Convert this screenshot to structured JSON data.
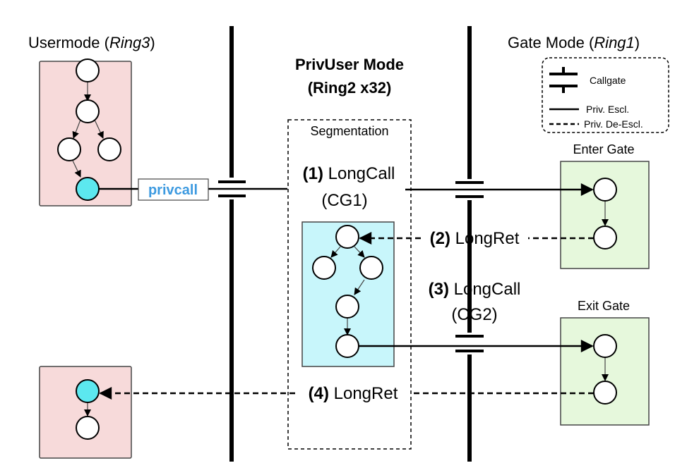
{
  "labels": {
    "usermode": "Usermode",
    "usermode_ring": "Ring3",
    "gatemode": "Gate Mode",
    "gatemode_ring": "Ring1",
    "privuser_title": "PrivUser Mode",
    "privuser_sub": "(Ring2 x32)",
    "segmentation": "Segmentation",
    "enter_gate": "Enter Gate",
    "exit_gate": "Exit Gate",
    "privcall": "privcall"
  },
  "legend": {
    "callgate": "Callgate",
    "escl": "Priv. Escl.",
    "deescl": "Priv. De-Escl."
  },
  "steps": {
    "s1_num": "(1)",
    "s1_text": "LongCall",
    "s1_sub": "(CG1)",
    "s2_num": "(2)",
    "s2_text": "LongRet",
    "s3_num": "(3)",
    "s3_text": "LongCall",
    "s3_sub": "(CG2)",
    "s4_num": "(4)",
    "s4_text": "LongRet"
  },
  "colors": {
    "user_fill": "#f7dada",
    "gate_fill": "#e6f8dc",
    "priv_fill": "#c8f6fb",
    "active_node": "#5ce8ef",
    "privcall_text": "#3d9ae0"
  }
}
